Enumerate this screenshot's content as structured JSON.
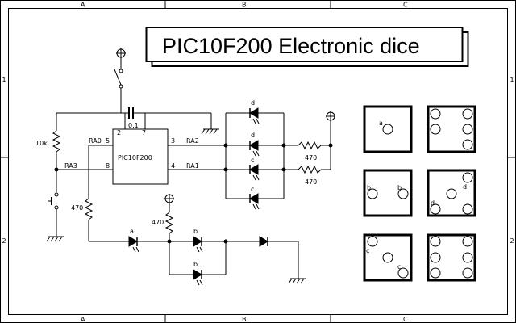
{
  "title": "PIC10F200 Electronic dice",
  "frame": {
    "columns": [
      "A",
      "B",
      "C"
    ],
    "rows": [
      "1",
      "2"
    ]
  },
  "ic": {
    "name": "PIC10F200",
    "pins": {
      "p2": "2",
      "p7": "7",
      "p5": "5",
      "p8": "8",
      "p3": "3",
      "p4": "4"
    },
    "ports": {
      "ra0": "RA0",
      "ra3": "RA3",
      "ra2": "RA2",
      "ra1": "RA1"
    }
  },
  "components": {
    "capacitor": "0.1",
    "pullup": "10k",
    "r_ra0": "470",
    "r_b": "470",
    "r_ra2": "470",
    "r_ra1": "470"
  },
  "led_labels": {
    "d1": "d",
    "d2": "d",
    "c1": "c",
    "c2": "c",
    "a": "a",
    "b1": "b",
    "b2": "b"
  },
  "dice_labels": {
    "a": "a",
    "b1": "b",
    "b2": "b",
    "d1": "d",
    "d2": "d",
    "c1": "c",
    "c2": "c"
  }
}
